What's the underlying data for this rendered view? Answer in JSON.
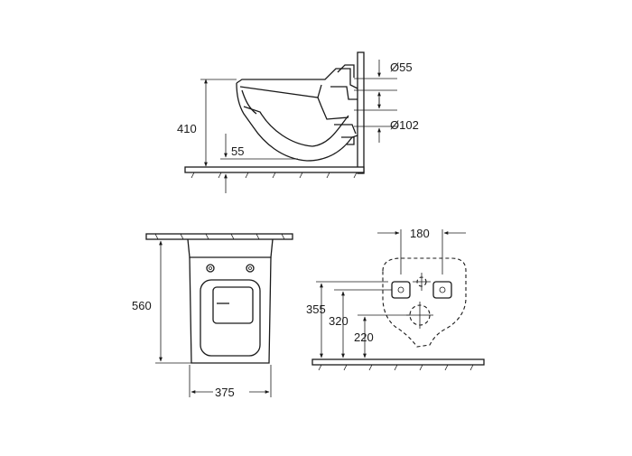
{
  "side_view": {
    "height_label": "410",
    "floor_offset_label": "55",
    "inlet_diameter_label": "Ø55",
    "outlet_diameter_label": "Ø102"
  },
  "front_view": {
    "height_label": "560",
    "width_label": "375"
  },
  "rear_view": {
    "bolt_spacing_label": "180",
    "height_355_label": "355",
    "height_320_label": "320",
    "height_220_label": "220"
  },
  "colors": {
    "line": "#1a1a1a",
    "background": "#ffffff"
  }
}
